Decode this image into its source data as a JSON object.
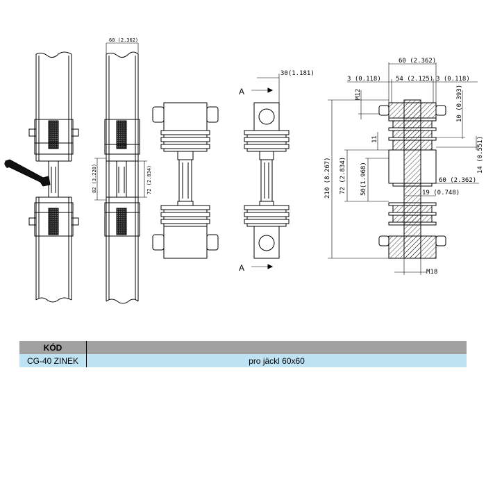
{
  "drawing": {
    "dims": {
      "left_gap": "82 (3.228)",
      "left_gap2": "72 (2.834)",
      "top_width": "60 (2.362)",
      "side_width": "30(1.181)",
      "section_mark": "A",
      "sec_total_width": "60 (2.362)",
      "sec_left": "3 (0.118)",
      "sec_mid": "54 (2.125)",
      "sec_right": "3 (0.118)",
      "sec_bolt_top": "M12",
      "sec_bolt_bottom": "M18",
      "sec_ten": "10 (0.393)",
      "sec_fourteen": "14 (0.551)",
      "sec_eleven": "11",
      "sec_height": "210 (8.267)",
      "sec_72": "72 (2.834)",
      "sec_50": "50(1.968)",
      "sec_60b": "60 (2.362)",
      "sec_19": "19 (0.748)"
    }
  },
  "table": {
    "header_code": "KÓD",
    "header_desc": "",
    "row_code": "CG-40 ZINEK",
    "row_desc": "pro jäckl 60x60"
  },
  "colors": {
    "header_bg": "#a1a1a1",
    "row_bg": "#bfe3f3"
  }
}
